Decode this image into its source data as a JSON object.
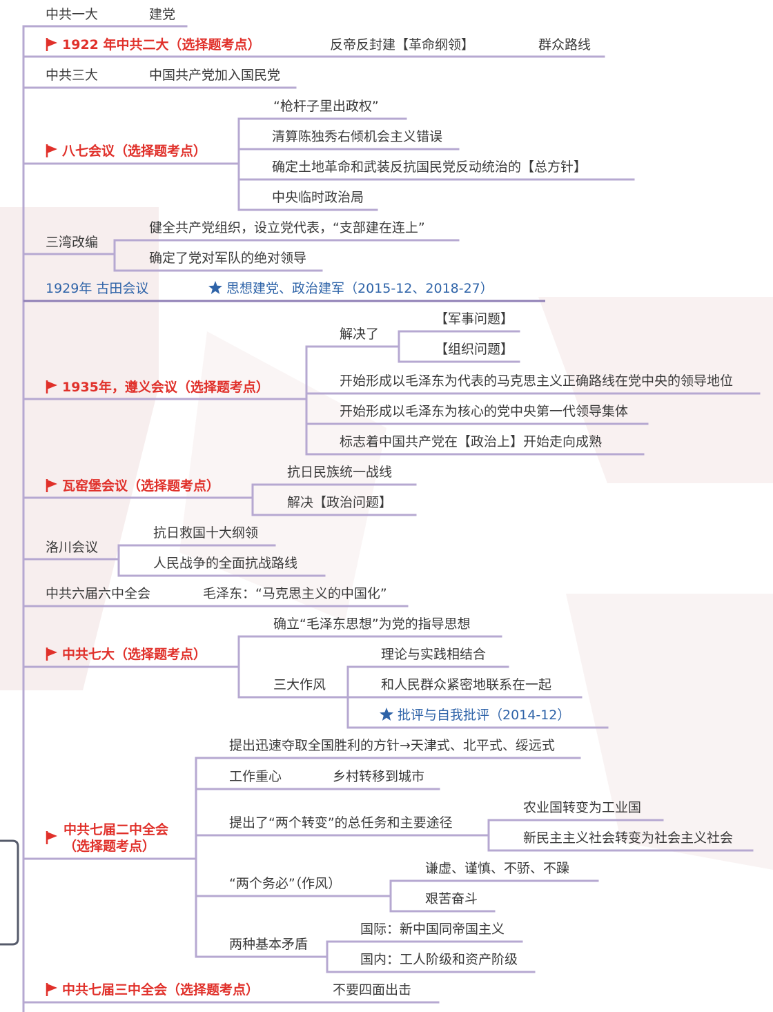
{
  "nodes": {
    "n1": "中共一大",
    "n1a": "建党",
    "n2": "1922 年中共二大（选择题考点）",
    "n2a": "反帝反封建【革命纲领】",
    "n2b": "群众路线",
    "n3": "中共三大",
    "n3a": "中国共产党加入国民党",
    "n4": "八七会议（选择题考点）",
    "n4a": "“枪杆子里出政权”",
    "n4b": "清算陈独秀右倾机会主义错误",
    "n4c": "确定土地革命和武装反抗国民党反动统治的【总方针】",
    "n4d": "中央临时政治局",
    "n5": "三湾改编",
    "n5a": "健全共产党组织，设立党代表，“支部建在连上”",
    "n5b": "确定了党对军队的绝对领导",
    "n6": "1929年 古田会议",
    "n6a": "思想建党、政治建军（2015-12、2018-27）",
    "n7": "1935年，遵义会议（选择题考点）",
    "n7a": "解决了",
    "n7a1": "【军事问题】",
    "n7a2": "【组织问题】",
    "n7b": "开始形成以毛泽东为代表的马克思主义正确路线在党中央的领导地位",
    "n7c": "开始形成以毛泽东为核心的党中央第一代领导集体",
    "n7d": "标志着中国共产党在【政治上】开始走向成熟",
    "n8": "瓦窑堡会议（选择题考点）",
    "n8a": "抗日民族统一战线",
    "n8b": "解决【政治问题】",
    "n9": "洛川会议",
    "n9a": "抗日救国十大纲领",
    "n9b": "人民战争的全面抗战路线",
    "n10": "中共六届六中全会",
    "n10a": "毛泽东：“马克思主义的中国化”",
    "n11": "中共七大（选择题考点）",
    "n11a": "确立“毛泽东思想”为党的指导思想",
    "n11b": "三大作风",
    "n11b1": "理论与实践相结合",
    "n11b2": "和人民群众紧密地联系在一起",
    "n11b3": "批评与自我批评（2014-12）",
    "n12l1": "中共七届二中全会",
    "n12l2": "（选择题考点）",
    "n12a": "提出迅速夺取全国胜利的方针→天津式、北平式、绥远式",
    "n12b": "工作重心",
    "n12b1": "乡村转移到城市",
    "n12c": "提出了“两个转变”的总任务和主要途径",
    "n12c1": "农业国转变为工业国",
    "n12c2": "新民主主义社会转变为社会主义社会",
    "n12d": "“两个务必”（作风）",
    "n12d1": "谦虚、谨慎、不骄、不躁",
    "n12d2": "艰苦奋斗",
    "n12e": "两种基本矛盾",
    "n12e1": "国际：新中国同帝国主义",
    "n12e2": "国内：工人阶级和资产阶级",
    "n13": "中共七届三中全会（选择题考点）",
    "n13a": "不要四面出击"
  },
  "colors": {
    "branch": "#b6a8d1",
    "highlight": "#e0302a",
    "emphasis": "#2e63a8",
    "text": "#3a3a3a"
  },
  "icons": {
    "flag": "red-flag-icon",
    "star": "blue-star-icon"
  }
}
